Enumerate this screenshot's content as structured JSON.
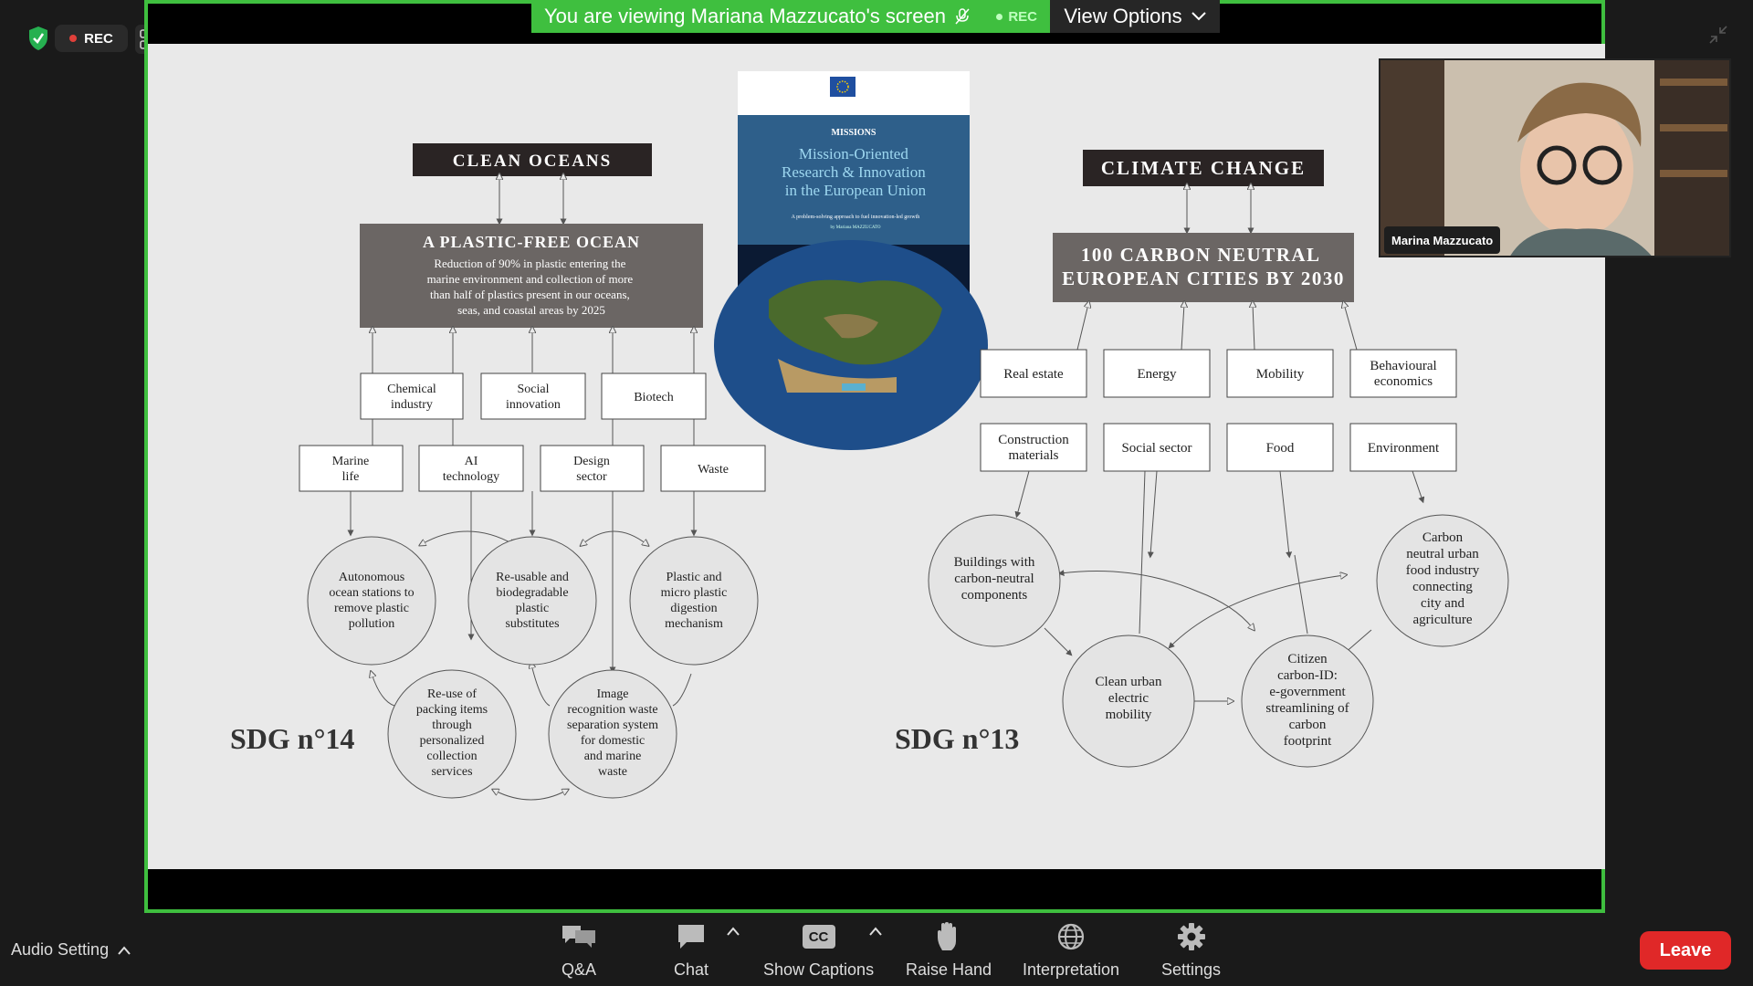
{
  "meeting": {
    "rec_label": "REC",
    "banner_text": "You are viewing Mariana Mazzucato's screen",
    "banner_rec": "REC",
    "view_options": "View Options",
    "participant_name": "Marina Mazzucato"
  },
  "toolbar": {
    "audio_setting": "Audio Setting",
    "items": [
      {
        "label": "Q&A",
        "icon": "qa-icon"
      },
      {
        "label": "Chat",
        "icon": "chat-icon"
      },
      {
        "label": "Show Captions",
        "icon": "cc-icon",
        "icon_text": "CC"
      },
      {
        "label": "Raise Hand",
        "icon": "hand-icon"
      },
      {
        "label": "Interpretation",
        "icon": "globe-icon"
      },
      {
        "label": "Settings",
        "icon": "gear-icon"
      }
    ],
    "leave": "Leave"
  },
  "slide": {
    "left": {
      "title": "CLEAN OCEANS",
      "mission_title": "A PLASTIC-FREE OCEAN",
      "mission_desc": [
        "Reduction of 90% in plastic entering the",
        "marine environment and collection of more",
        "than half of plastics present in our oceans,",
        "seas, and coastal areas by 2025"
      ],
      "row1": [
        [
          "Chemical",
          "industry"
        ],
        [
          "Social",
          "innovation"
        ],
        [
          "Biotech"
        ]
      ],
      "row2": [
        [
          "Marine",
          "life"
        ],
        [
          "AI",
          "technology"
        ],
        [
          "Design",
          "sector"
        ],
        [
          "Waste"
        ]
      ],
      "circles_top": [
        [
          "Autonomous",
          "ocean stations to",
          "remove plastic",
          "pollution"
        ],
        [
          "Re-usable and",
          "biodegradable",
          "plastic",
          "substitutes"
        ],
        [
          "Plastic and",
          "micro plastic",
          "digestion",
          "mechanism"
        ]
      ],
      "circles_bottom": [
        [
          "Re-use of",
          "packing items",
          "through",
          "personalized",
          "collection",
          "services"
        ],
        [
          "Image",
          "recognition waste",
          "separation system",
          "for domestic",
          "and marine",
          "waste"
        ]
      ],
      "sdg": "SDG n°14"
    },
    "right": {
      "title": "CLIMATE CHANGE",
      "mission_title": [
        "100 CARBON NEUTRAL",
        "EUROPEAN CITIES BY 2030"
      ],
      "row1": [
        [
          "Real estate"
        ],
        [
          "Energy"
        ],
        [
          "Mobility"
        ],
        [
          "Behavioural",
          "economics"
        ]
      ],
      "row2": [
        [
          "Construction",
          "materials"
        ],
        [
          "Social sector"
        ],
        [
          "Food"
        ],
        [
          "Environment"
        ]
      ],
      "circles": [
        [
          "Buildings with",
          "carbon-neutral",
          "components"
        ],
        [
          "Carbon",
          "neutral urban",
          "food industry",
          "connecting",
          "city and",
          "agriculture"
        ],
        [
          "Clean urban",
          "electric",
          "mobility"
        ],
        [
          "Citizen",
          "carbon-ID:",
          "e-government",
          "streamlining of",
          "carbon",
          "footprint"
        ]
      ],
      "sdg": "SDG n°13"
    },
    "book": {
      "series": "MISSIONS",
      "title": [
        "Mission-Oriented",
        "Research & Innovation",
        "in the European Union"
      ],
      "subtitle": "A problem-solving approach to fuel innovation-led growth",
      "author": "by Mariana MAZZUCATO"
    }
  }
}
